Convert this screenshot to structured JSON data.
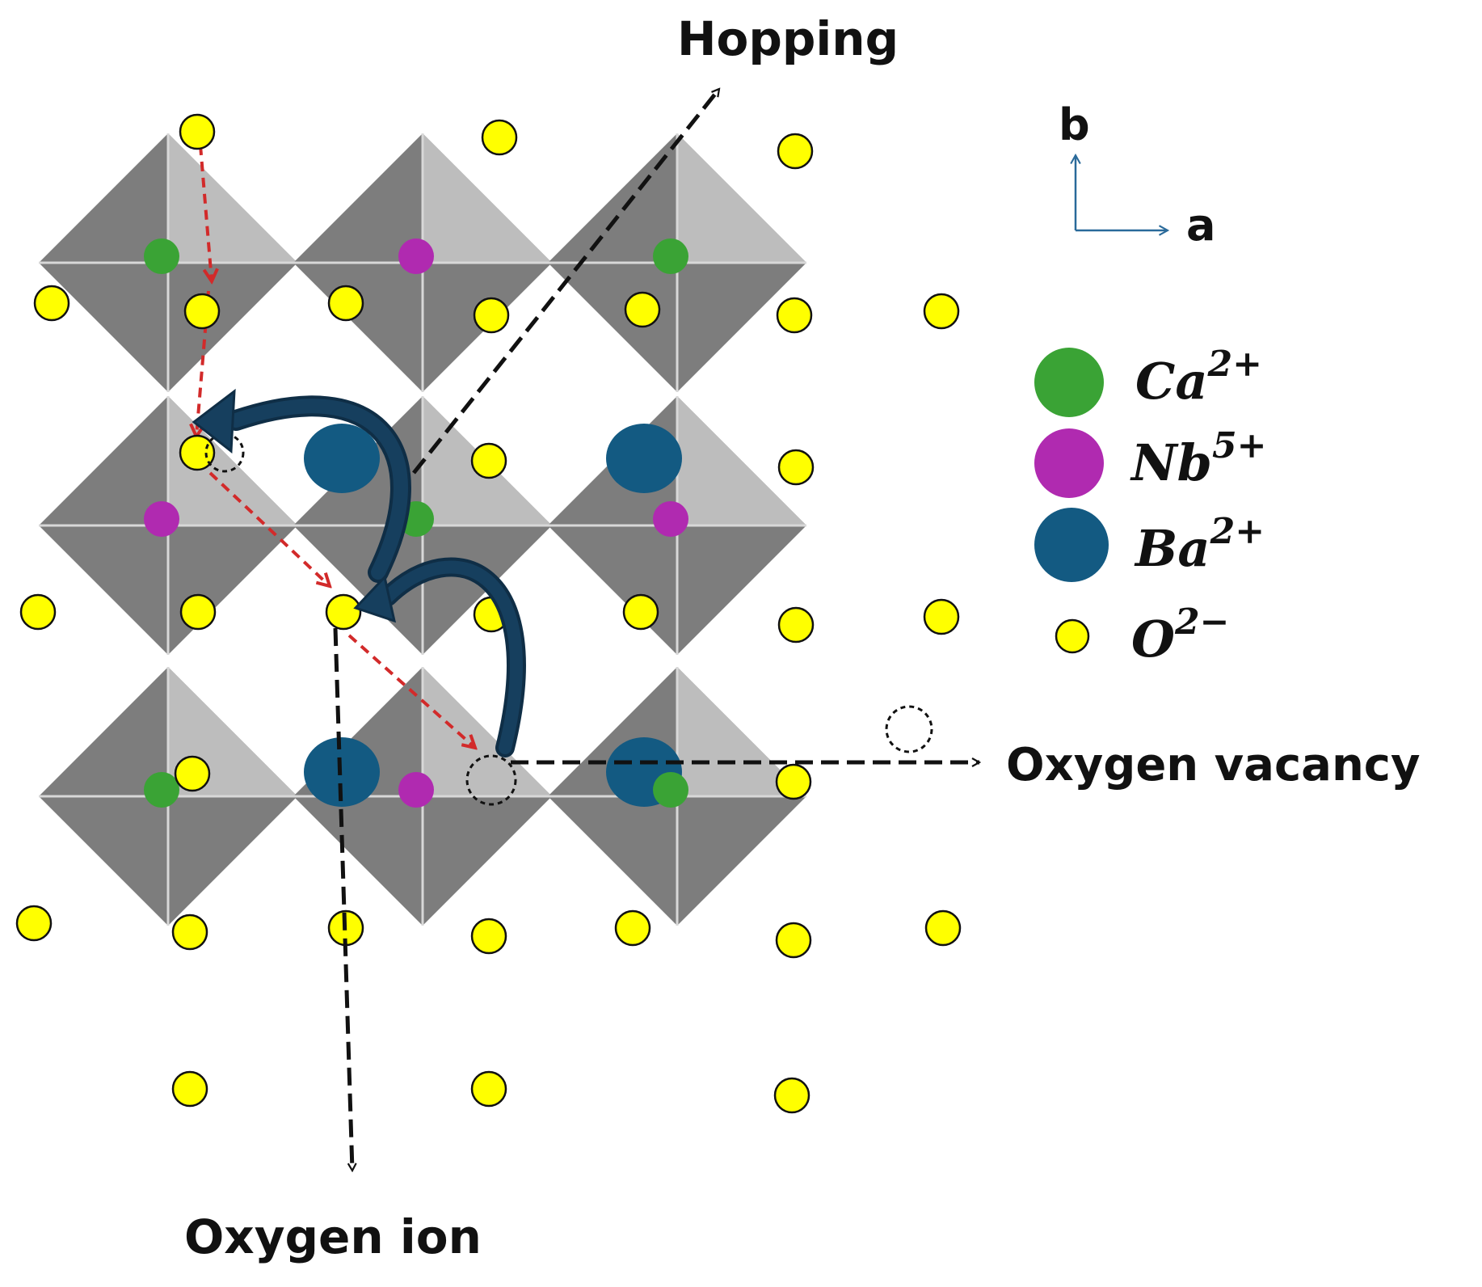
{
  "labels": {
    "hopping": "Hopping",
    "oxygen_vacancy": "Oxygen vacancy",
    "oxygen_ion": "Oxygen ion"
  },
  "axes": {
    "b": "b",
    "a": "a"
  },
  "legend": [
    {
      "symbol": "Ca",
      "charge": "2+",
      "color": "#3aa335",
      "marker": "large-circle"
    },
    {
      "symbol": "Nb",
      "charge": "5+",
      "color": "#b02ab0",
      "marker": "large-circle"
    },
    {
      "symbol": "Ba",
      "charge": "2+",
      "color": "#135a82",
      "marker": "large-circle"
    },
    {
      "symbol": "O",
      "charge": "2−",
      "color": "#ffff00",
      "marker": "small-circle"
    }
  ],
  "colors": {
    "octahedron_dark": "#7d7d7d",
    "octahedron_light": "#bdbdbd",
    "hop_path": "#d22a2a",
    "curved_arrow": "#163f5e",
    "pointer": "#111111",
    "axis": "#2a6a9a"
  }
}
